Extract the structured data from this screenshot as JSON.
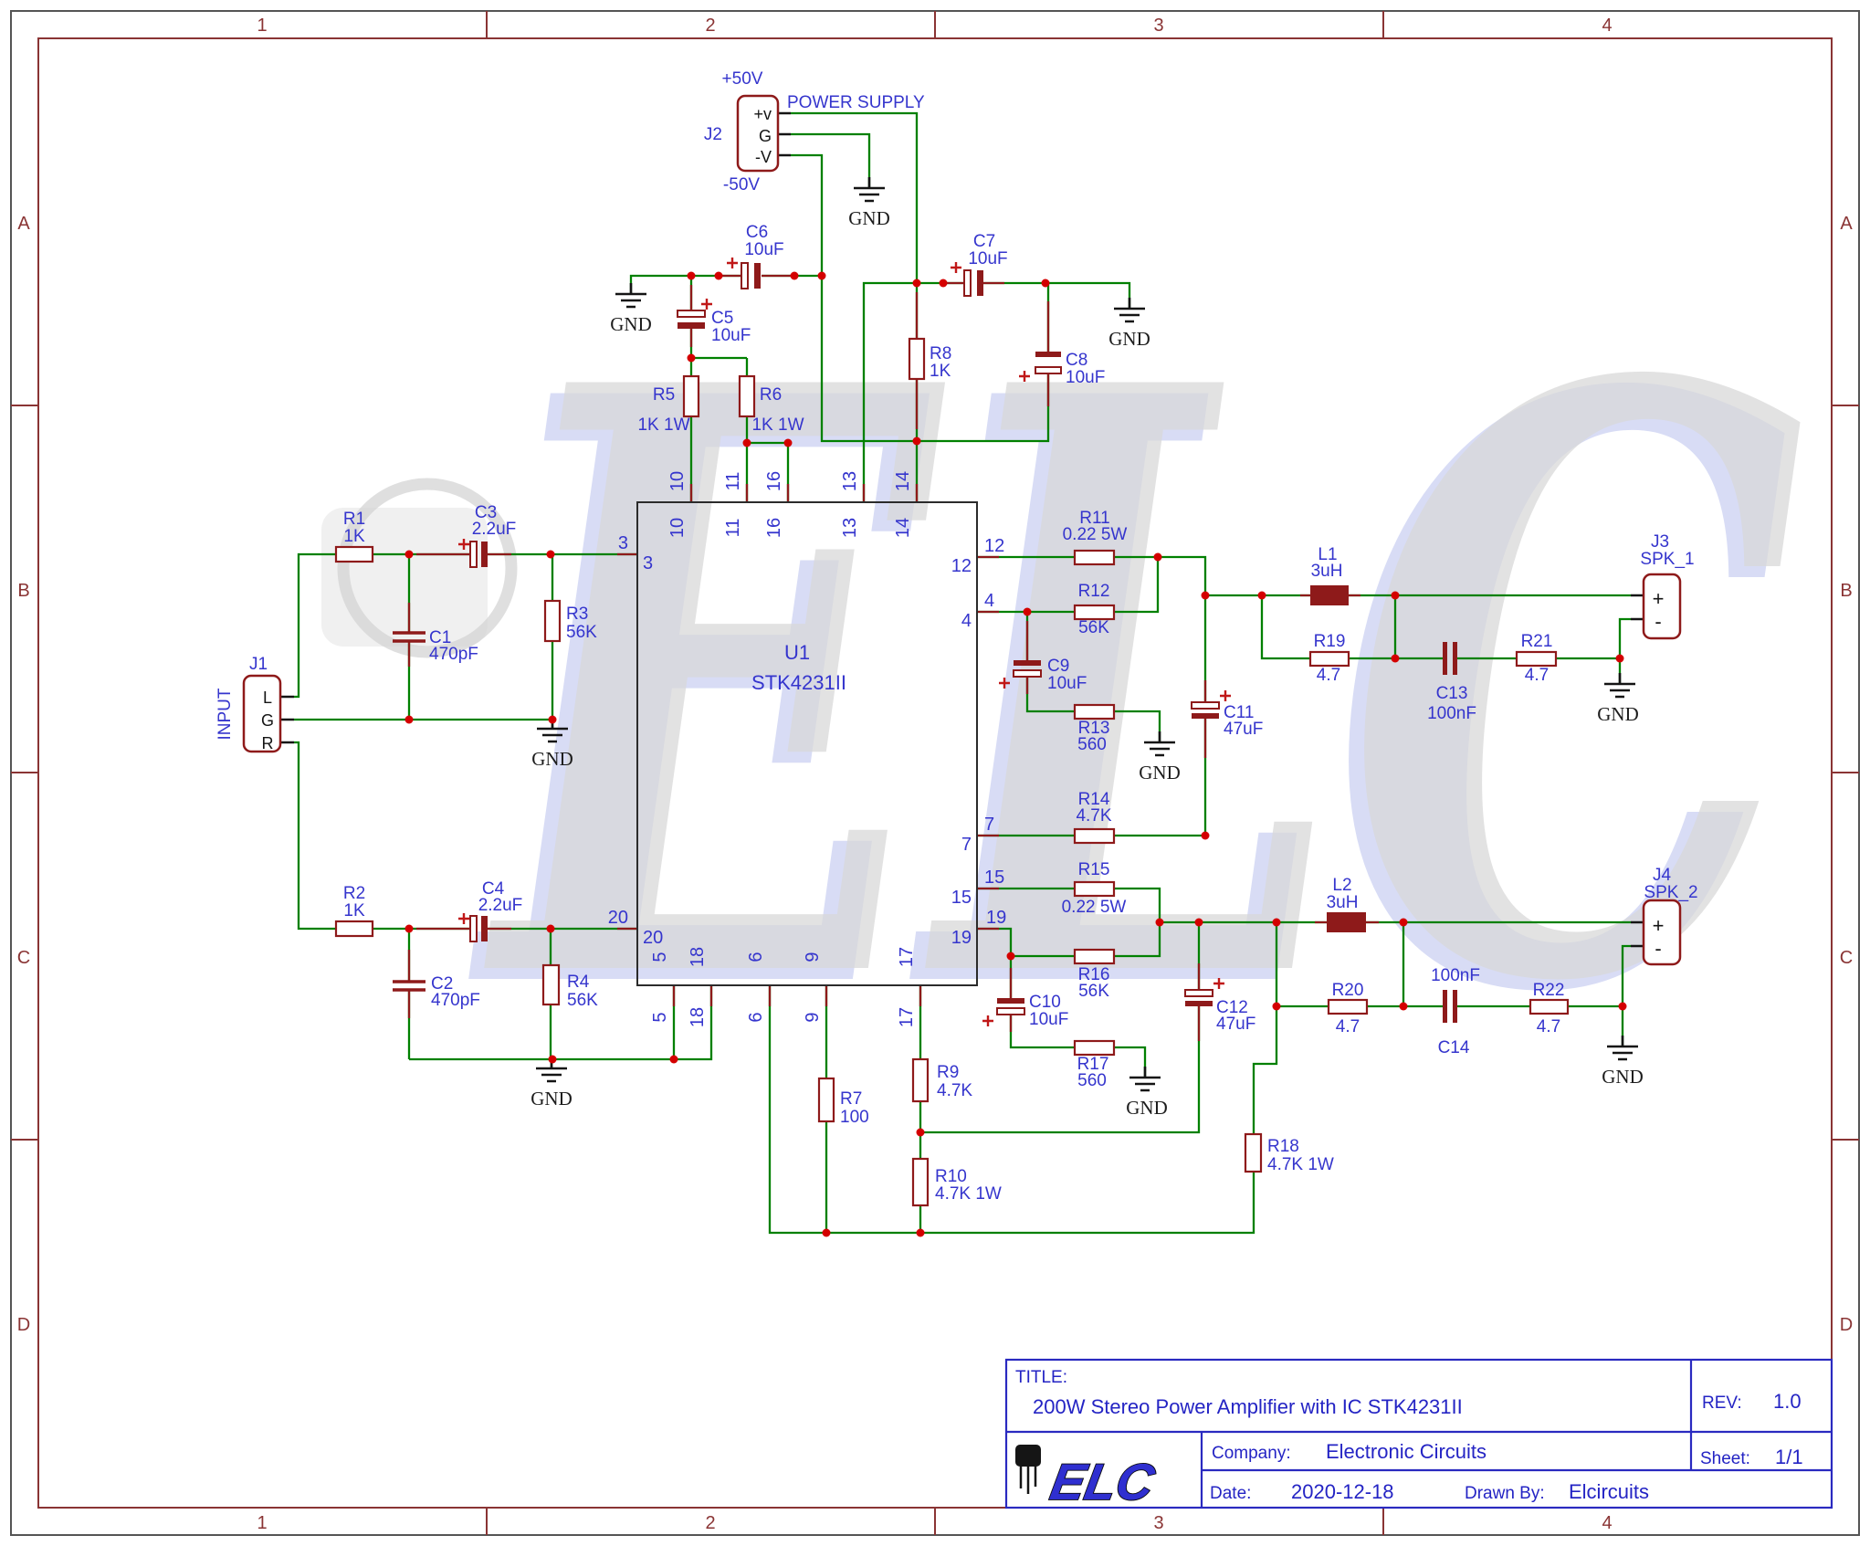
{
  "watermark": {
    "text": "ELC"
  },
  "border": {
    "cols": [
      "1",
      "2",
      "3",
      "4"
    ],
    "rows": [
      "A",
      "B",
      "C",
      "D"
    ]
  },
  "gnd": "GND",
  "power": {
    "pos": "+50V",
    "neg": "-50V",
    "title": "POWER SUPPLY",
    "j2": {
      "ref": "J2",
      "pins": [
        "+v",
        "G",
        "-V"
      ]
    }
  },
  "input": {
    "j1": {
      "ref": "J1",
      "name": "INPUT",
      "pins": [
        "L",
        "G",
        "R"
      ]
    }
  },
  "speakers": {
    "j3": {
      "ref": "J3",
      "name": "SPK_1",
      "pos": "+",
      "neg": "-"
    },
    "j4": {
      "ref": "J4",
      "name": "SPK_2",
      "pos": "+",
      "neg": "-"
    }
  },
  "ic": {
    "ref": "U1",
    "part": "STK4231II",
    "pins": {
      "p3": "3",
      "p4": "4",
      "p5": "5",
      "p6": "6",
      "p7": "7",
      "p9": "9",
      "p10": "10",
      "p11": "11",
      "p12": "12",
      "p13": "13",
      "p14": "14",
      "p15": "15",
      "p16": "16",
      "p17": "17",
      "p18": "18",
      "p19": "19",
      "p20": "20"
    }
  },
  "components": {
    "r1": {
      "ref": "R1",
      "value": "1K"
    },
    "r2": {
      "ref": "R2",
      "value": "1K"
    },
    "r3": {
      "ref": "R3",
      "value": "56K"
    },
    "r4": {
      "ref": "R4",
      "value": "56K"
    },
    "r5": {
      "ref": "R5",
      "value": "1K 1W"
    },
    "r6": {
      "ref": "R6",
      "value": "1K 1W"
    },
    "r7": {
      "ref": "R7",
      "value": "100"
    },
    "r8": {
      "ref": "R8",
      "value": "1K"
    },
    "r9": {
      "ref": "R9",
      "value": "4.7K"
    },
    "r10": {
      "ref": "R10",
      "value": "4.7K 1W"
    },
    "r11": {
      "ref": "R11",
      "value": "0.22 5W"
    },
    "r12": {
      "ref": "R12",
      "value": "56K"
    },
    "r13": {
      "ref": "R13",
      "value": "560"
    },
    "r14": {
      "ref": "R14",
      "value": "4.7K"
    },
    "r15": {
      "ref": "R15",
      "value": "0.22 5W"
    },
    "r16": {
      "ref": "R16",
      "value": "56K"
    },
    "r17": {
      "ref": "R17",
      "value": "560"
    },
    "r18": {
      "ref": "R18",
      "value": "4.7K 1W"
    },
    "r19": {
      "ref": "R19",
      "value": "4.7"
    },
    "r20": {
      "ref": "R20",
      "value": "4.7"
    },
    "r21": {
      "ref": "R21",
      "value": "4.7"
    },
    "r22": {
      "ref": "R22",
      "value": "4.7"
    },
    "c1": {
      "ref": "C1",
      "value": "470pF"
    },
    "c2": {
      "ref": "C2",
      "value": "470pF"
    },
    "c3": {
      "ref": "C3",
      "value": "2.2uF"
    },
    "c4": {
      "ref": "C4",
      "value": "2.2uF"
    },
    "c5": {
      "ref": "C5",
      "value": "10uF"
    },
    "c6": {
      "ref": "C6",
      "value": "10uF"
    },
    "c7": {
      "ref": "C7",
      "value": "10uF"
    },
    "c8": {
      "ref": "C8",
      "value": "10uF"
    },
    "c9": {
      "ref": "C9",
      "value": "10uF"
    },
    "c10": {
      "ref": "C10",
      "value": "10uF"
    },
    "c11": {
      "ref": "C11",
      "value": "47uF"
    },
    "c12": {
      "ref": "C12",
      "value": "47uF"
    },
    "c13": {
      "ref": "C13",
      "value": "100nF"
    },
    "c14": {
      "ref": "C14",
      "value": "100nF"
    },
    "l1": {
      "ref": "L1",
      "value": "3uH"
    },
    "l2": {
      "ref": "L2",
      "value": "3uH"
    }
  },
  "title_block": {
    "title_label": "TITLE:",
    "title": "200W Stereo Power Amplifier with IC STK4231II",
    "rev_label": "REV:",
    "rev": "1.0",
    "company_label": "Company:",
    "company": "Electronic Circuits",
    "sheet_label": "Sheet:",
    "sheet": "1/1",
    "date_label": "Date:",
    "date": "2020-12-18",
    "drawn_label": "Drawn By:",
    "drawn": "Elcircuits",
    "logo": "ELC"
  }
}
